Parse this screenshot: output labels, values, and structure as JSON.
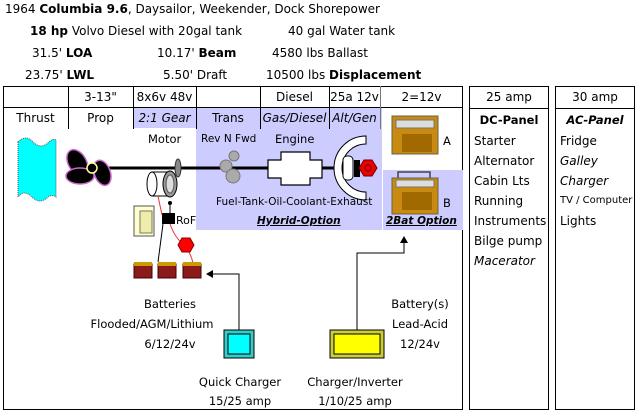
{
  "header": {
    "line1": {
      "year": "1964",
      "model": "Columbia 9.6",
      "rest": ", Daysailor, Weekender, Dock Shorepower"
    },
    "line2": {
      "hp": "18 hp",
      "engine": " Volvo Diesel with 20gal tank",
      "water": "40 gal Water tank"
    },
    "specs": [
      {
        "value": "31.5'",
        "label": "LOA",
        "bold": true
      },
      {
        "value": "10.17'",
        "label": "Beam",
        "bold": true
      },
      {
        "value": "4580 lbs",
        "label": "Ballast",
        "bold": false
      },
      {
        "value": "23.75'",
        "label": "LWL",
        "bold": true
      },
      {
        "value": "5.50'",
        "label": "Draft",
        "bold": false
      },
      {
        "value": "10500 lbs",
        "label": "Displacement",
        "bold": true
      }
    ]
  },
  "table": {
    "top_row": [
      "",
      "3-13\"",
      "8x6v 48v",
      "",
      "Diesel",
      "25a 12v",
      "2=12v"
    ],
    "second_row": [
      "Thrust",
      "Prop",
      "2:1 Gear",
      "Trans",
      "Gas/Diesel",
      "Alt/Gen",
      ""
    ]
  },
  "diagram": {
    "motor": "Motor",
    "rev": "Rev N Fwd",
    "engine": "Engine",
    "systems": "Fuel-Tank-Oil-Coolant-Exhaust",
    "hybrid": "Hybrid-Option",
    "twobat": "2Bat Option",
    "bat_a": "A",
    "bat_b": "B",
    "rof": "RoF",
    "batteries": [
      "Batteries",
      "Flooded/AGM/Lithium",
      "6/12/24v"
    ],
    "battery_s": [
      "Battery(s)",
      "Lead-Acid",
      "12/24v"
    ],
    "quick_charger": [
      "Quick Charger",
      "15/25 amp"
    ],
    "charger_inverter": [
      "Charger/Inverter",
      "1/10/25 amp"
    ]
  },
  "dc_panel": {
    "amp": "25 amp",
    "title": "DC-Panel",
    "items": [
      "Starter",
      "Alternator",
      "Cabin Lts",
      "Running",
      "Instruments",
      "Bilge pump",
      "Macerator"
    ]
  },
  "ac_panel": {
    "amp": "30 amp",
    "title": "AC-Panel",
    "items": [
      "Fridge",
      "Galley",
      "Charger",
      "TV / Computer",
      "Lights"
    ]
  },
  "colors": {
    "highlight": "#ccccff",
    "water": "#00ffff",
    "quick_charger": "#33cccc",
    "charger_inverter": "#ffff00",
    "fuse": "#ff0000"
  }
}
